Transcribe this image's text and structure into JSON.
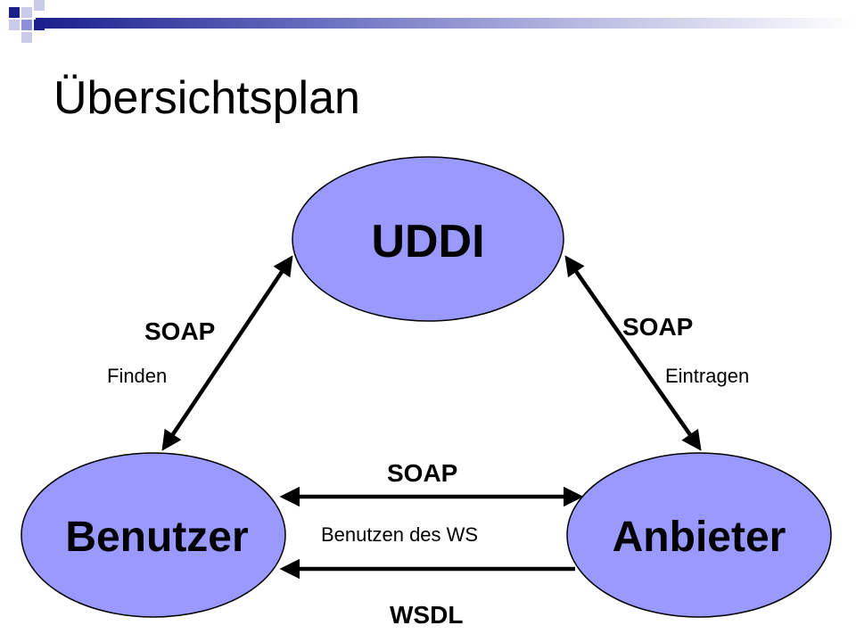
{
  "slide": {
    "title": "Übersichtsplan",
    "accent_colors": [
      "#1a1f8c",
      "#8a8fd8",
      "#c9cbe8"
    ]
  },
  "nodes": {
    "uddi": {
      "label": "UDDI",
      "fill": "#9999ff"
    },
    "benutzer": {
      "label": "Benutzer",
      "fill": "#9999ff"
    },
    "anbieter": {
      "label": "Anbieter",
      "fill": "#9999ff"
    }
  },
  "edges": {
    "uddi_benutzer": {
      "protocol": "SOAP",
      "action": "Finden"
    },
    "uddi_anbieter": {
      "protocol": "SOAP",
      "action": "Eintragen"
    },
    "benutzer_anbieter": {
      "protocol": "SOAP",
      "action": "Benutzen des WS"
    },
    "anbieter_benutzer": {
      "protocol": "WSDL"
    }
  }
}
